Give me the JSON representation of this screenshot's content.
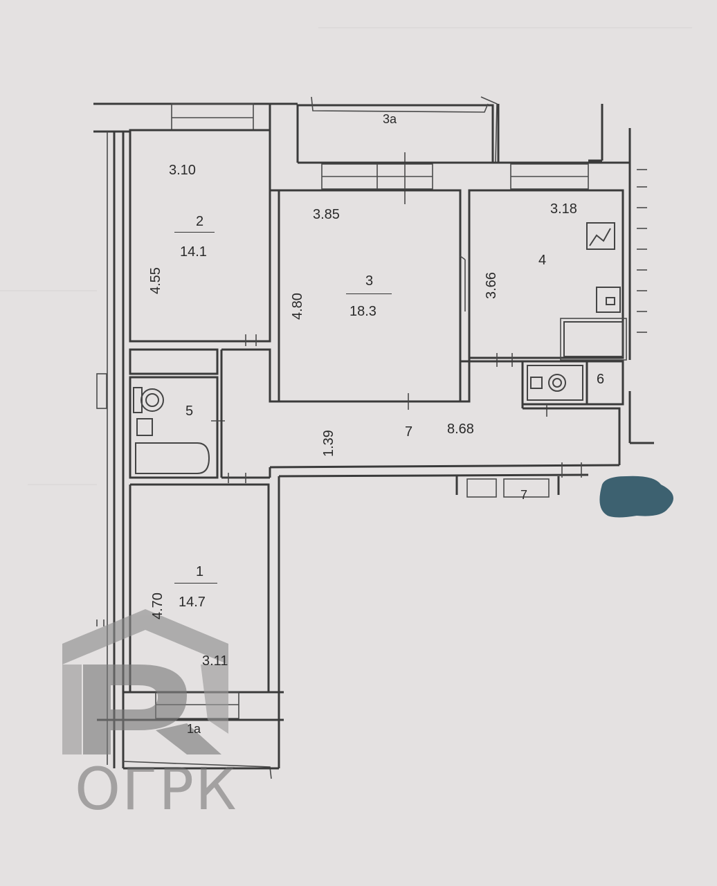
{
  "rooms": {
    "room_1": {
      "number": "1",
      "area": "14.7",
      "length": "3.11",
      "width": "4.70"
    },
    "room_1a": {
      "number": "1a"
    },
    "room_2": {
      "number": "2",
      "area": "14.1",
      "length": "3.10",
      "width": "4.55"
    },
    "room_3": {
      "number": "3",
      "area": "18.3",
      "length": "3.85",
      "width": "4.80"
    },
    "room_3a": {
      "number": "3a"
    },
    "room_4": {
      "number": "4",
      "length": "3.18",
      "width": "3.66"
    },
    "room_5": {
      "number": "5"
    },
    "room_6": {
      "number": "6"
    },
    "room_7": {
      "number": "7",
      "area": "8.68",
      "width": "1.39"
    },
    "room_7_closet": {
      "number": "7"
    }
  },
  "watermark": {
    "text": "ОГРК"
  },
  "colors": {
    "wall": "#3a3a3a",
    "paper": "#e4e1e1",
    "redaction": "#3d6170",
    "watermark": "#8a8a8a"
  }
}
